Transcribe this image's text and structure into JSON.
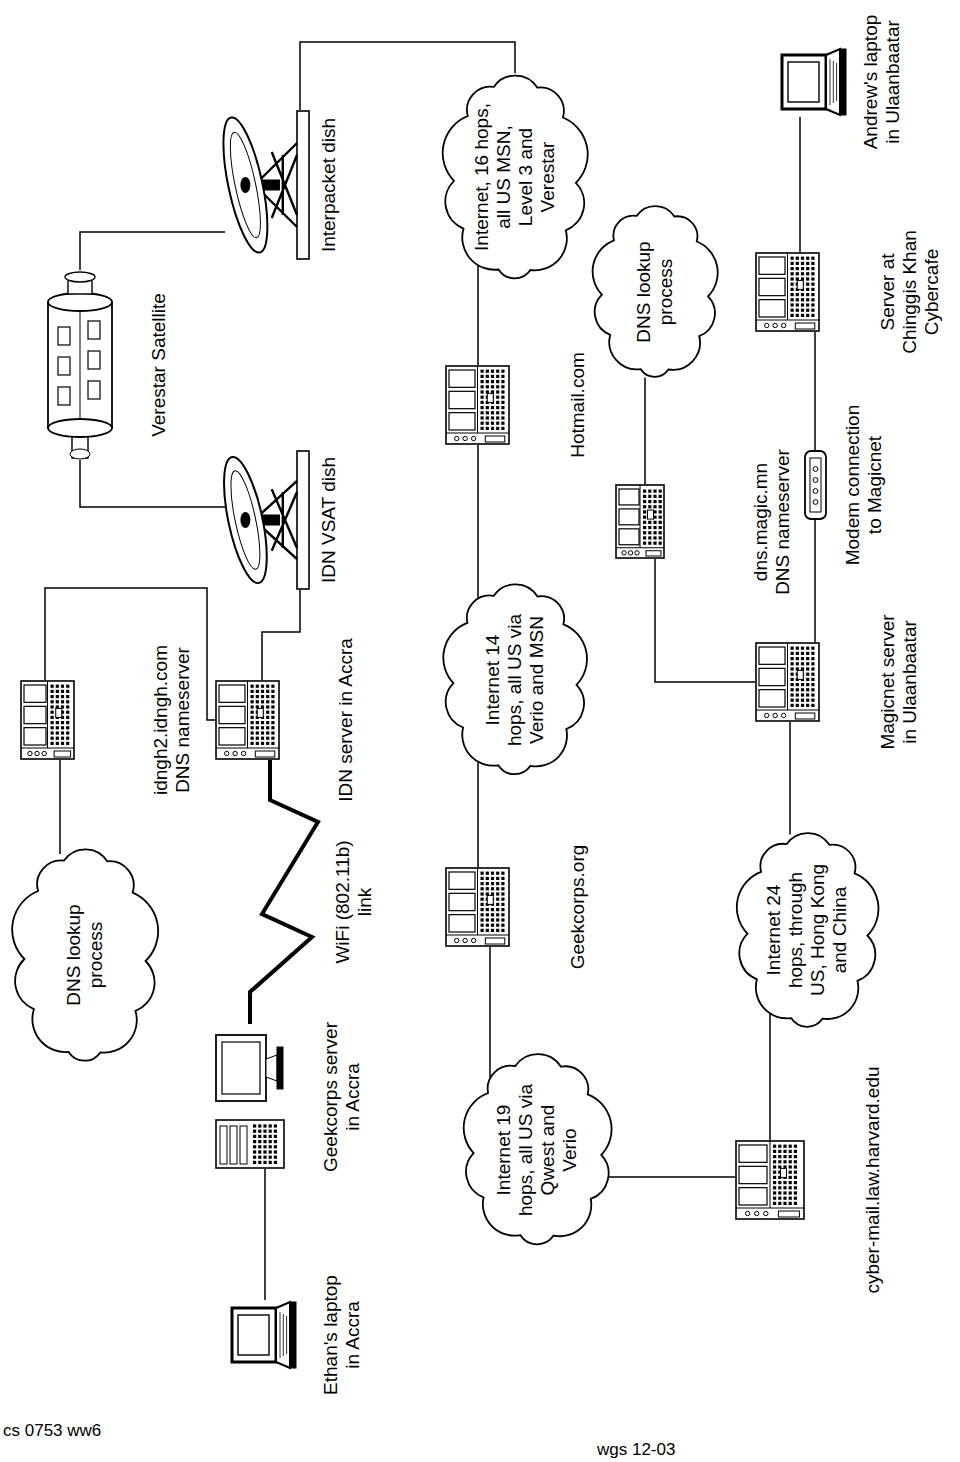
{
  "diagram": {
    "nodes": [
      {
        "text": [
          "Ethan's laptop in Accra"
        ]
      },
      {
        "text": [
          "Geekcorps server in Accra"
        ]
      },
      {
        "text": [
          "DNS lookup process"
        ]
      },
      {
        "text": [
          "idngh2.idngh.com DNS nameserver"
        ]
      },
      {
        "text": [
          "IDN server in Accra"
        ]
      },
      {
        "text": [
          "IDN VSAT dish"
        ]
      },
      {
        "text": [
          "Verestar Satellite"
        ]
      },
      {
        "text": [
          "Interpacket dish"
        ]
      },
      {
        "text": [
          "Internet, 16 hops, all US MSN, Level 3 and Verestar"
        ]
      },
      {
        "text": [
          "Hotmail.com"
        ]
      },
      {
        "text": [
          "Internet 14 hops, all US via Verio and MSN"
        ]
      },
      {
        "text": [
          "Geekcorps.org"
        ]
      },
      {
        "text": [
          "Internet 19 hops, all US via Qwest and Verio"
        ]
      },
      {
        "text": [
          "cyber-mail.law.harvard.edu"
        ]
      },
      {
        "text": [
          "Internet 24 hops, through US, Hong Kong and China"
        ]
      },
      {
        "text": [
          "Magicnet server in Ulaanbaatar"
        ]
      },
      {
        "text": [
          "DNS lookup process"
        ]
      },
      {
        "text": [
          "dns.magic.mn DNS nameserver"
        ]
      },
      {
        "text": [
          "Modem connection to Magicnet"
        ]
      },
      {
        "text": [
          "Server at Chinggis Khan Cybercafe"
        ]
      },
      {
        "text": [
          "Andrew's laptop in Ulaanbaatar"
        ]
      }
    ],
    "edges": [
      {
        "from": 0,
        "to": 1,
        "arrow": "none"
      },
      {
        "from": 1,
        "to": 4,
        "label": "WiFi (802.11b) link",
        "arrow": "none"
      },
      {
        "from": 2,
        "to": 3,
        "arrow": "none"
      },
      {
        "from": 3,
        "to": 4,
        "arrow": "none"
      },
      {
        "from": 4,
        "to": 5,
        "arrow": "none"
      },
      {
        "from": 5,
        "to": 6,
        "arrow": "none"
      },
      {
        "from": 6,
        "to": 7,
        "arrow": "none"
      },
      {
        "from": 7,
        "to": 8,
        "arrow": "none"
      },
      {
        "from": 8,
        "to": 9,
        "arrow": "none"
      },
      {
        "from": 9,
        "to": 10,
        "arrow": "none"
      },
      {
        "from": 10,
        "to": 11,
        "arrow": "none"
      },
      {
        "from": 11,
        "to": 12,
        "arrow": "none"
      },
      {
        "from": 12,
        "to": 13,
        "arrow": "none"
      },
      {
        "from": 13,
        "to": 14,
        "arrow": "none"
      },
      {
        "from": 14,
        "to": 15,
        "arrow": "none"
      },
      {
        "from": 16,
        "to": 17,
        "arrow": "none"
      },
      {
        "from": 17,
        "to": 15,
        "arrow": "none"
      },
      {
        "from": 15,
        "to": 18,
        "arrow": "none"
      },
      {
        "from": 18,
        "to": 19,
        "arrow": "none"
      },
      {
        "from": 19,
        "to": 20,
        "arrow": "none"
      }
    ],
    "labels": [
      "cs 0753 ww6",
      "wgs 12-03"
    ]
  }
}
